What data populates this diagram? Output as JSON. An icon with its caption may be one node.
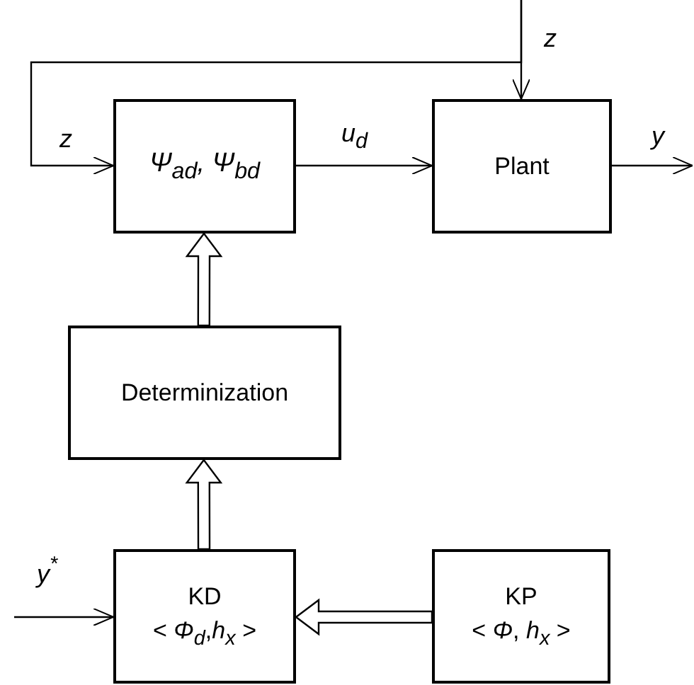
{
  "diagram": {
    "nodes": [
      {
        "text": [
          "Ψ$_{ad}$, Ψ$_{bd}$"
        ]
      },
      {
        "text": [
          "Plant"
        ]
      },
      {
        "text": [
          "Determinization"
        ]
      },
      {
        "text": [
          "KD",
          "< *Φ*$_{d}$,*h*$_{x}$ >"
        ]
      },
      {
        "text": [
          "KP",
          "< *Φ*, *h*$_{x}$ >"
        ]
      }
    ],
    "edges": [
      {
        "from": null,
        "to": 1,
        "arrow": "to",
        "label": "z"
      },
      {
        "from": null,
        "to": 0,
        "arrow": "to",
        "label": "z"
      },
      {
        "from": 0,
        "to": 1,
        "arrow": "to",
        "label": "u$_{d}$"
      },
      {
        "from": 1,
        "to": null,
        "arrow": "to",
        "label": "y"
      },
      {
        "from": 2,
        "to": 0,
        "arrow": "to",
        "style": "thick"
      },
      {
        "from": 3,
        "to": 2,
        "arrow": "to",
        "style": "thick"
      },
      {
        "from": 4,
        "to": 3,
        "arrow": "to",
        "style": "thick"
      },
      {
        "from": null,
        "to": 3,
        "arrow": "to",
        "label": "y$^{*}$"
      }
    ]
  }
}
